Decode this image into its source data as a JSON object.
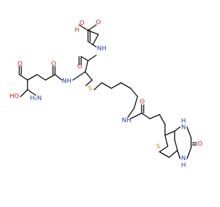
{
  "molecule": {
    "description_labels_only": true,
    "colors": {
      "carbon_bond": "#000000",
      "oxygen": "#d11a1a",
      "nitrogen": "#2233cc",
      "sulfur": "#b59a00"
    },
    "atoms": {
      "o_carboxyl_top_oh": "O",
      "h_carboxyl_top": "H",
      "o_carboxyl_top_dbl": "O",
      "nh_glycine": "NH",
      "o_amide_gly": "O",
      "o_amide_glu": "O",
      "nh_glu": "NH",
      "h_glu_acid": "HO",
      "o_glu_acid_dbl": "O",
      "h2n_glu": "H₂N",
      "s_thioether": "S",
      "nh_biotin_amide": "NH",
      "o_biotin_amide": "O",
      "s_thiophane": "S",
      "nh_urea_top": "H",
      "n_urea_top": "N",
      "o_urea": "O",
      "nh_urea_bottom": "H",
      "n_urea_bottom": "N"
    }
  }
}
